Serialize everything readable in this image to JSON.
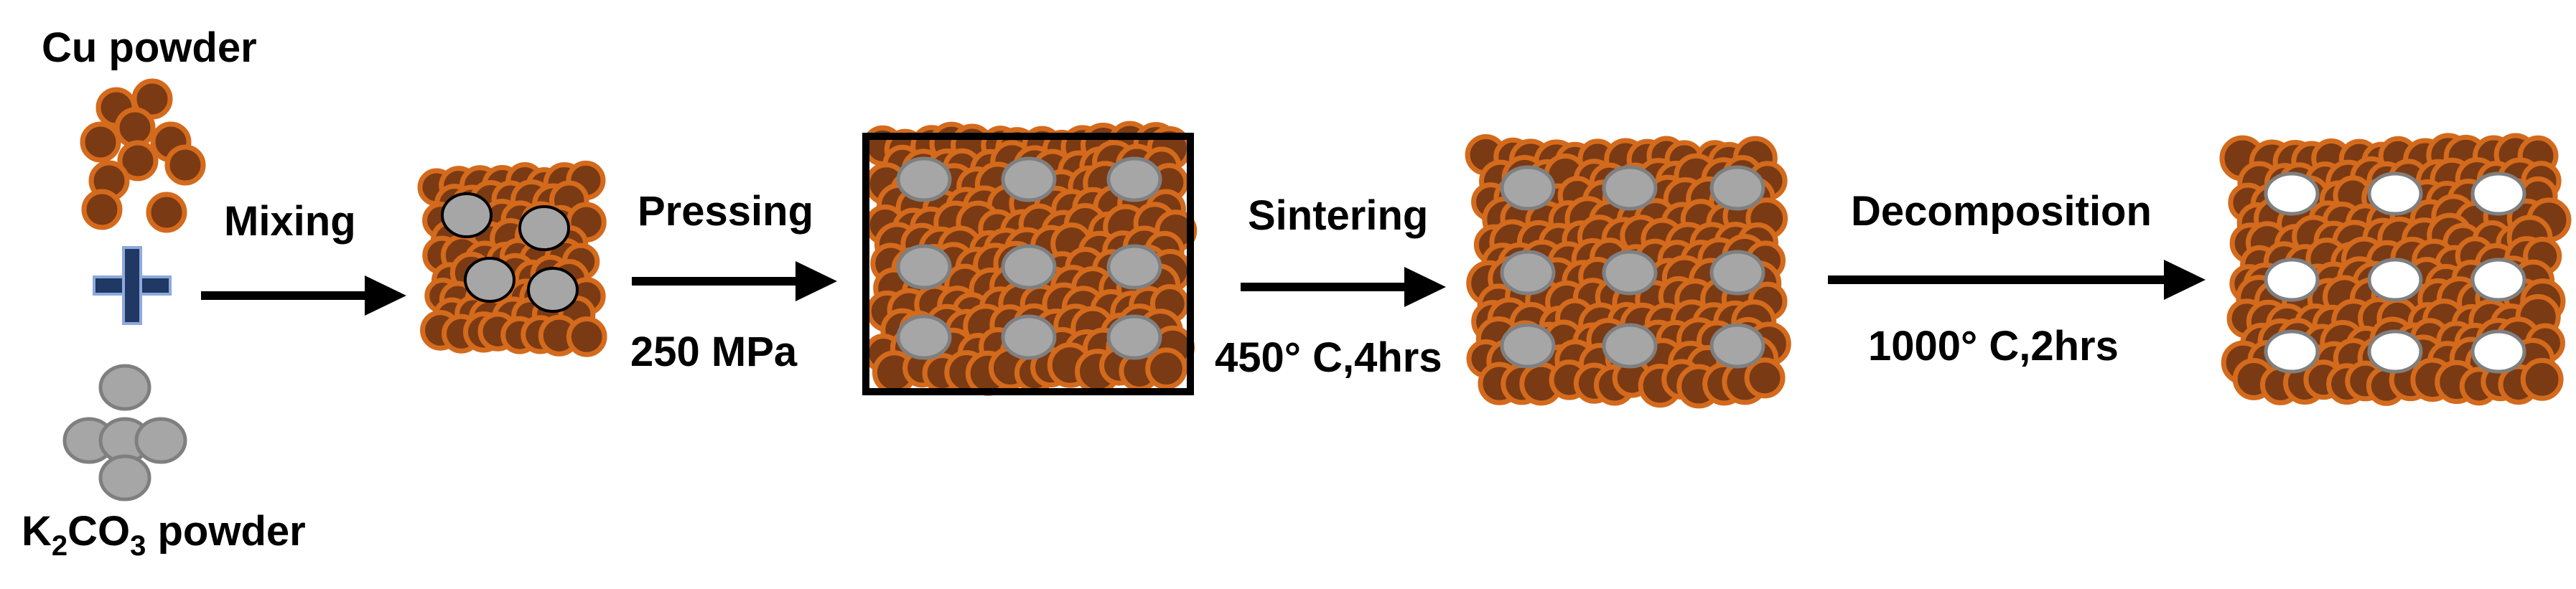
{
  "colors": {
    "copper_fill": "#7a3a14",
    "copper_edge": "#d46a1c",
    "salt_fill": "#a6a6a6",
    "salt_edge": "#7f7f7f",
    "pore_fill": "#ffffff",
    "plus_fill": "#1f3864",
    "plus_edge": "#8ea9db",
    "arrow": "#000000"
  },
  "labels": {
    "cu_powder": "Cu powder",
    "k2co3": {
      "k": "K",
      "k_sub": "2",
      "co": "CO",
      "co_sub": "3",
      "suffix": " powder"
    },
    "plus": "+",
    "mixing": "Mixing",
    "pressing": "Pressing",
    "pressure": "250 MPa",
    "sintering": "Sintering",
    "sinter_conditions": "450° C,4hrs",
    "decomposition": "Decomposition",
    "decomp_conditions": "1000° C,2hrs"
  },
  "steps": [
    {
      "name": "mixing",
      "label": "Mixing"
    },
    {
      "name": "pressing",
      "label": "Pressing",
      "condition": "250 MPa"
    },
    {
      "name": "sintering",
      "label": "Sintering",
      "condition": "450° C,4hrs"
    },
    {
      "name": "decomposition",
      "label": "Decomposition",
      "condition": "1000° C,2hrs"
    }
  ]
}
